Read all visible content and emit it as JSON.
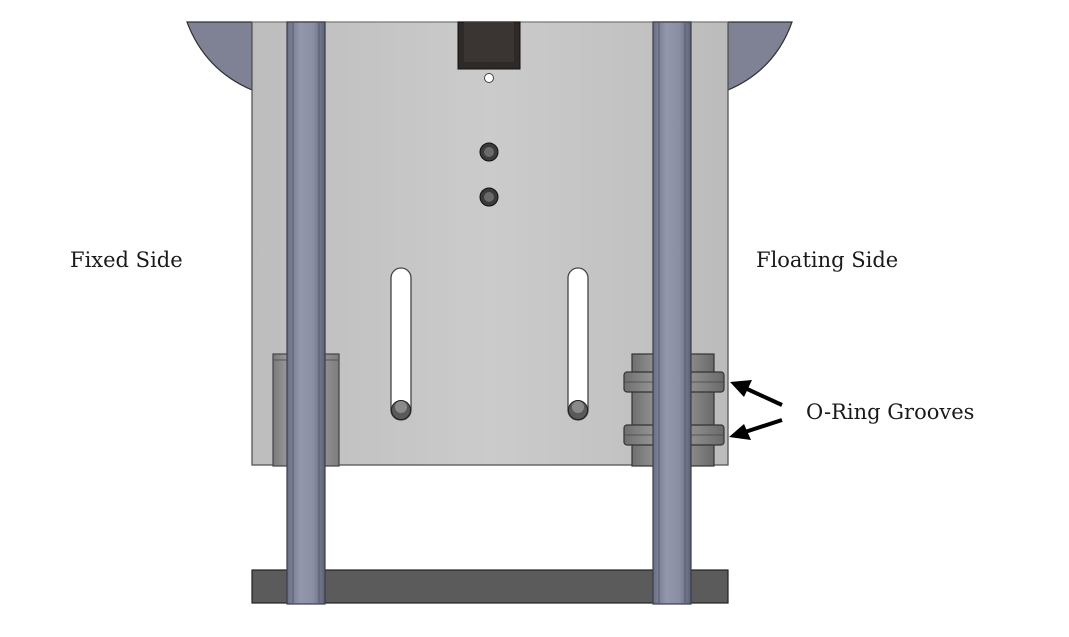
{
  "labels": {
    "fixed_side": "Fixed Side",
    "floating_side": "Floating Side",
    "o_ring_grooves": "O-Ring Grooves"
  },
  "colors": {
    "plate": "#c8c8c8",
    "plate_edge": "#555555",
    "rod": "#8a8ea3",
    "rod_dark": "#5a5e70",
    "base_bar": "#5b5b5b",
    "bearing": "#9a9a9a",
    "wing": "#7f8294",
    "slot": "#ffffff",
    "arrow": "#000000"
  }
}
